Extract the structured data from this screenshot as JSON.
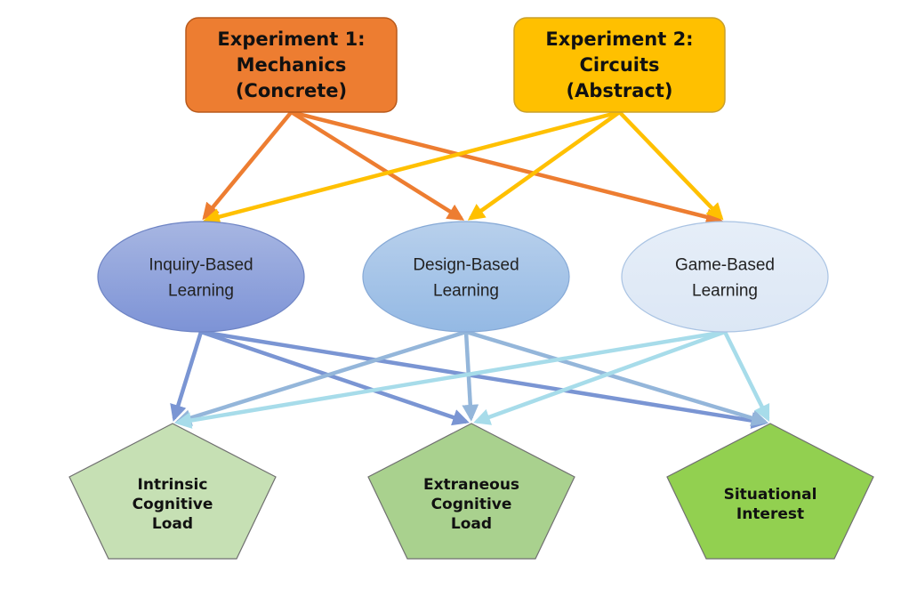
{
  "experiments": [
    {
      "id": "exp1",
      "lines": [
        "Experiment 1:",
        "Mechanics",
        "(Concrete)"
      ],
      "fill": "#ED7D31",
      "stroke": "#B85A1C",
      "arrow": "#ED7D31"
    },
    {
      "id": "exp2",
      "lines": [
        "Experiment 2:",
        "Circuits",
        "(Abstract)"
      ],
      "fill": "#FFC000",
      "stroke": "#C9A02C",
      "arrow": "#FFC000"
    }
  ],
  "methods": [
    {
      "id": "inquiry",
      "lines": [
        "Inquiry-Based",
        "Learning"
      ],
      "fill_top": "#A7B6E2",
      "fill_bottom": "#7D93D6",
      "stroke": "#6E84C4",
      "arrow": "#7A95D3"
    },
    {
      "id": "design",
      "lines": [
        "Design-Based",
        "Learning"
      ],
      "fill_top": "#B8D0EC",
      "fill_bottom": "#94B9E4",
      "stroke": "#86A9D6",
      "arrow": "#94B6DA"
    },
    {
      "id": "game",
      "lines": [
        "Game-Based",
        "Learning"
      ],
      "fill_top": "#E6EEF8",
      "fill_bottom": "#DCE7F5",
      "stroke": "#A9C3E3",
      "arrow": "#A7DCEA"
    }
  ],
  "outcomes": [
    {
      "id": "intrinsic",
      "lines": [
        "Intrinsic",
        "Cognitive",
        "Load"
      ],
      "fill": "#C6E0B4",
      "stroke": "#707070"
    },
    {
      "id": "extraneous",
      "lines": [
        "Extraneous",
        "Cognitive",
        "Load"
      ],
      "fill": "#A9D18E",
      "stroke": "#707070"
    },
    {
      "id": "situational",
      "lines": [
        "Situational",
        "Interest"
      ],
      "fill": "#92D050",
      "stroke": "#707070"
    }
  ],
  "edges": [
    {
      "from": "exp1",
      "to": "inquiry"
    },
    {
      "from": "exp1",
      "to": "design"
    },
    {
      "from": "exp1",
      "to": "game"
    },
    {
      "from": "exp2",
      "to": "inquiry"
    },
    {
      "from": "exp2",
      "to": "design"
    },
    {
      "from": "exp2",
      "to": "game"
    },
    {
      "from": "inquiry",
      "to": "intrinsic"
    },
    {
      "from": "inquiry",
      "to": "extraneous"
    },
    {
      "from": "inquiry",
      "to": "situational"
    },
    {
      "from": "design",
      "to": "intrinsic"
    },
    {
      "from": "design",
      "to": "extraneous"
    },
    {
      "from": "design",
      "to": "situational"
    },
    {
      "from": "game",
      "to": "intrinsic"
    },
    {
      "from": "game",
      "to": "extraneous"
    },
    {
      "from": "game",
      "to": "situational"
    }
  ]
}
